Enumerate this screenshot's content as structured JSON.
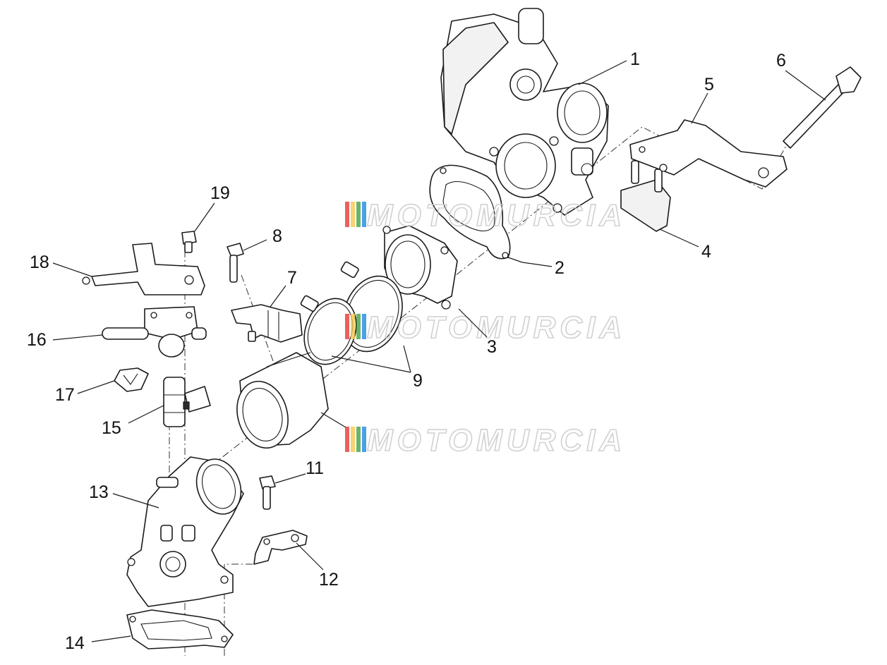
{
  "watermark": {
    "text": "MOTOMURCIA",
    "stripe_colors": [
      "#e53935",
      "#f9c74f",
      "#43a047",
      "#1e88e5"
    ]
  },
  "callouts": [
    {
      "id": "1",
      "label": "1"
    },
    {
      "id": "2",
      "label": "2"
    },
    {
      "id": "3",
      "label": "3"
    },
    {
      "id": "4",
      "label": "4"
    },
    {
      "id": "5",
      "label": "5"
    },
    {
      "id": "6",
      "label": "6"
    },
    {
      "id": "7",
      "label": "7"
    },
    {
      "id": "8",
      "label": "8"
    },
    {
      "id": "9",
      "label": "9"
    },
    {
      "id": "11",
      "label": "11"
    },
    {
      "id": "12",
      "label": "12"
    },
    {
      "id": "13",
      "label": "13"
    },
    {
      "id": "14",
      "label": "14"
    },
    {
      "id": "15",
      "label": "15"
    },
    {
      "id": "16",
      "label": "16"
    },
    {
      "id": "17",
      "label": "17"
    },
    {
      "id": "18",
      "label": "18"
    },
    {
      "id": "19",
      "label": "19"
    }
  ]
}
